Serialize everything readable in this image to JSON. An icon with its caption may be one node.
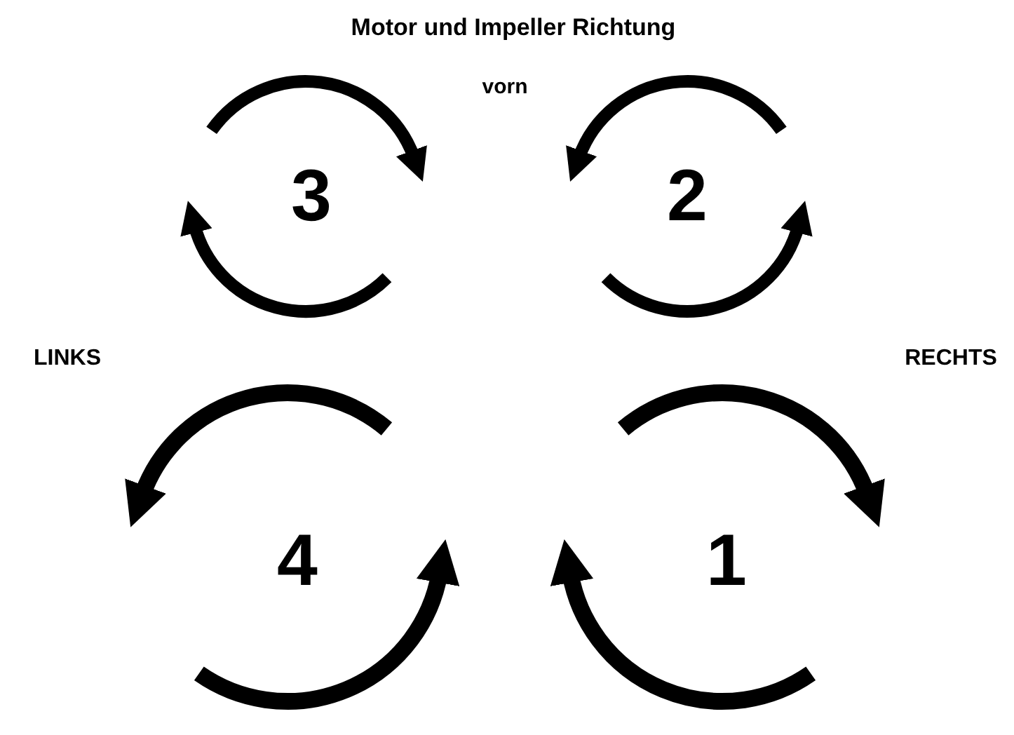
{
  "diagram": {
    "title": "Motor und Impeller Richtung",
    "labels": [
      "vorn",
      "3",
      "2",
      "LINKS",
      "RECHTS",
      "4",
      "1"
    ]
  }
}
